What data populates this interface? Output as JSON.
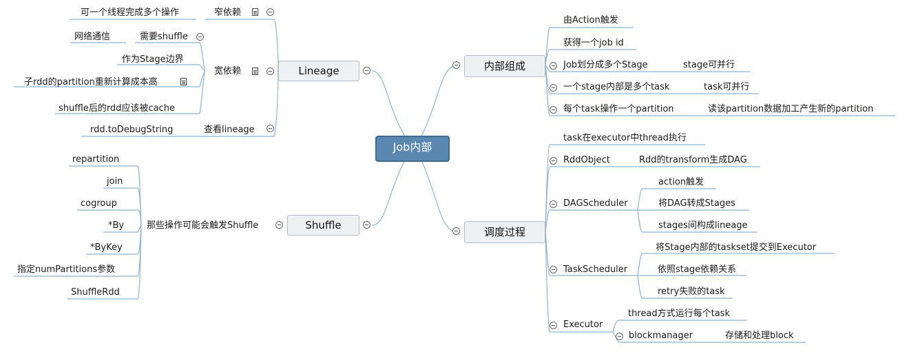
{
  "root": "Job内部",
  "lineage": {
    "label": "Lineage",
    "narrow": {
      "label": "窄依赖",
      "children": [
        "可一个线程完成多个操作"
      ]
    },
    "wide": {
      "label": "宽依赖",
      "need_shuffle": {
        "label": "需要shuffle",
        "children": [
          "网络通信"
        ]
      },
      "children": [
        "作为Stage边界",
        "子rdd的partition重新计算成本高",
        "shuffle后的rdd应该被cache"
      ]
    },
    "view": {
      "label": "查看lineage",
      "children": [
        "rdd.toDebugString"
      ]
    }
  },
  "shuffle": {
    "label": "Shuffle",
    "ops": {
      "label": "那些操作可能会触发Shuffle",
      "children": [
        "repartition",
        "join",
        "cogroup",
        "*By",
        "*ByKey",
        "指定numPartitions参数",
        "ShuffleRdd"
      ]
    }
  },
  "internal": {
    "label": "内部组成",
    "items": [
      {
        "label": "由Action触发"
      },
      {
        "label": "获得一个job id"
      },
      {
        "label": "Job划分成多个Stage",
        "child": "stage可并行"
      },
      {
        "label": "一个stage内部是多个task",
        "child": "task可并行"
      },
      {
        "label": "每个task操作一个partition",
        "child": "读该partition数据加工产生新的partition"
      }
    ]
  },
  "schedule": {
    "label": "调度过程",
    "task_in_executor": "task在executor中thread执行",
    "rdd_object": {
      "label": "RddObject",
      "children": [
        "Rdd的transform生成DAG"
      ]
    },
    "dag_scheduler": {
      "label": "DAGScheduler",
      "children": [
        "action触发",
        "将DAG转成Stages",
        "stages间构成lineage"
      ]
    },
    "task_scheduler": {
      "label": "TaskScheduler",
      "children": [
        "将Stage内部的taskset提交到Executor",
        "依照stage依赖关系",
        "retry失败的task"
      ]
    },
    "executor": {
      "label": "Executor",
      "thread": "thread方式运行每个task",
      "blockmanager": {
        "label": "blockmanager",
        "children": [
          "存储和处理block"
        ]
      }
    }
  }
}
